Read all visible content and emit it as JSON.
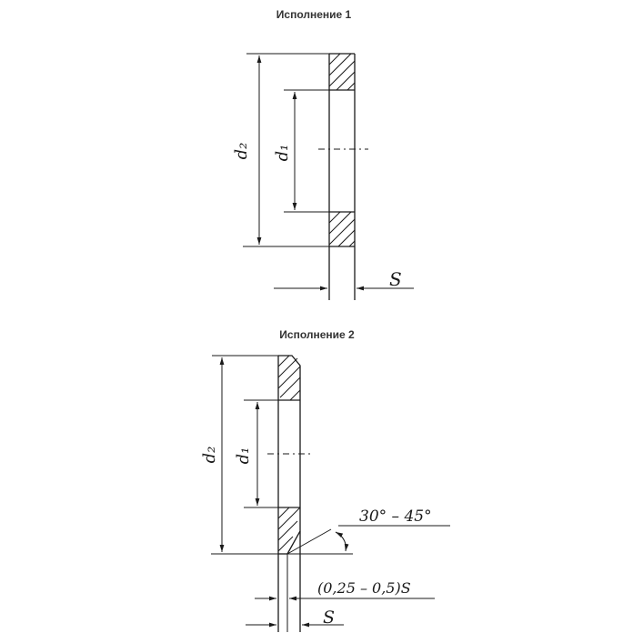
{
  "figure1": {
    "title": "Исполнение 1",
    "d2": "d₂",
    "d1": "d₁",
    "s": "S"
  },
  "figure2": {
    "title": "Исполнение 2",
    "d2": "d₂",
    "d1": "d₁",
    "angle": "30° – 45°",
    "chamfer": "(0,25 – 0,5)S",
    "s": "S"
  },
  "colors": {
    "ink": "#1a1a1a",
    "title": "#333333",
    "background": "#ffffff"
  }
}
